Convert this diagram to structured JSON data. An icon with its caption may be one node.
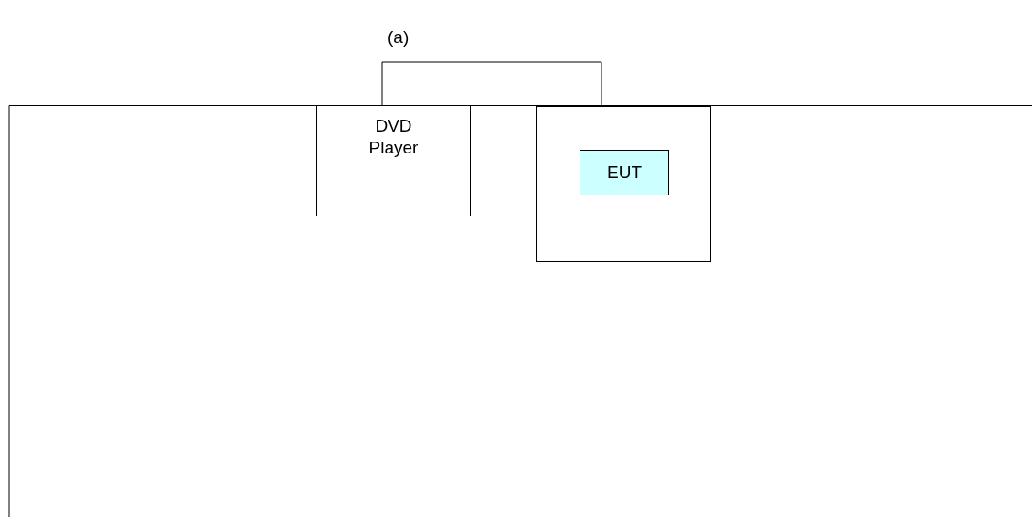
{
  "diagram": {
    "title": "(a)",
    "nodes": [
      {
        "text": [
          "DVD Player"
        ]
      },
      {
        "text": [],
        "shape": "box"
      },
      {
        "text": [
          "EUT"
        ],
        "in": 1
      }
    ],
    "edges": [
      {
        "from": 0,
        "to": 1,
        "arrow": "none"
      }
    ]
  }
}
